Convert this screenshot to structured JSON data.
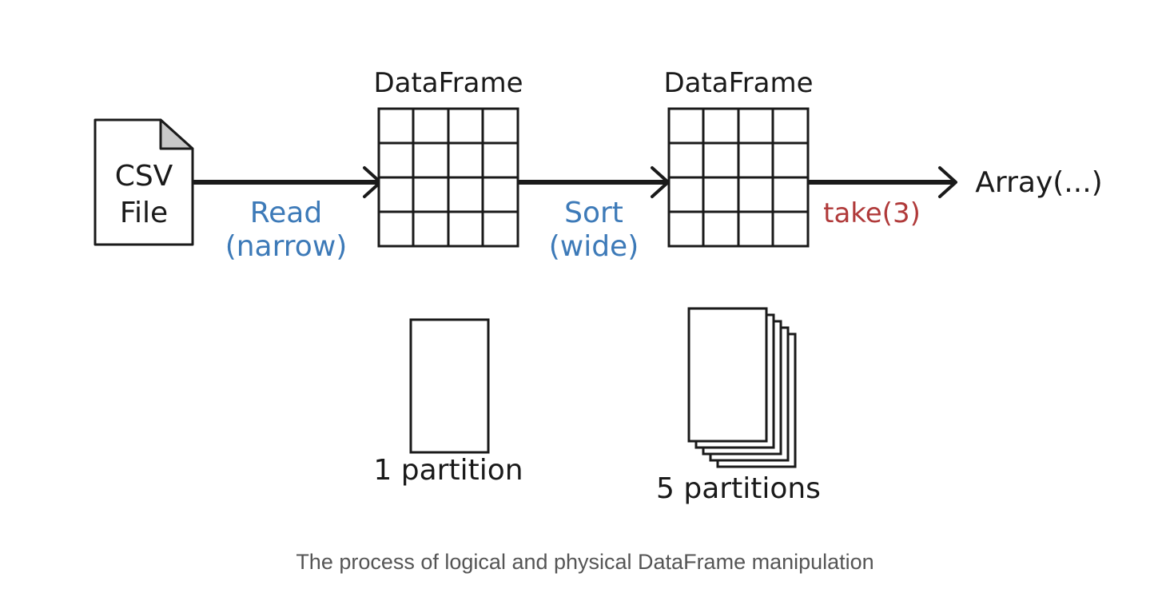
{
  "diagram": {
    "source": {
      "line1": "CSV",
      "line2": "File"
    },
    "dataframe_left": {
      "title": "DataFrame"
    },
    "dataframe_right": {
      "title": "DataFrame"
    },
    "read_label": {
      "line1": "Read",
      "line2": "(narrow)"
    },
    "sort_label": {
      "line1": "Sort",
      "line2": "(wide)"
    },
    "take_label": "take(3)",
    "result_label": "Array(...)",
    "partition_single_label": "1 partition",
    "partition_multi_label": "5 partitions"
  },
  "colors": {
    "ink": "#1a1a1a",
    "narrow_wide_blue": "#3d7ab8",
    "take_red": "#b03a3a",
    "fold_gray": "#c8c8c8",
    "caption": "#555555"
  },
  "caption": "The process of logical and physical DataFrame manipulation"
}
